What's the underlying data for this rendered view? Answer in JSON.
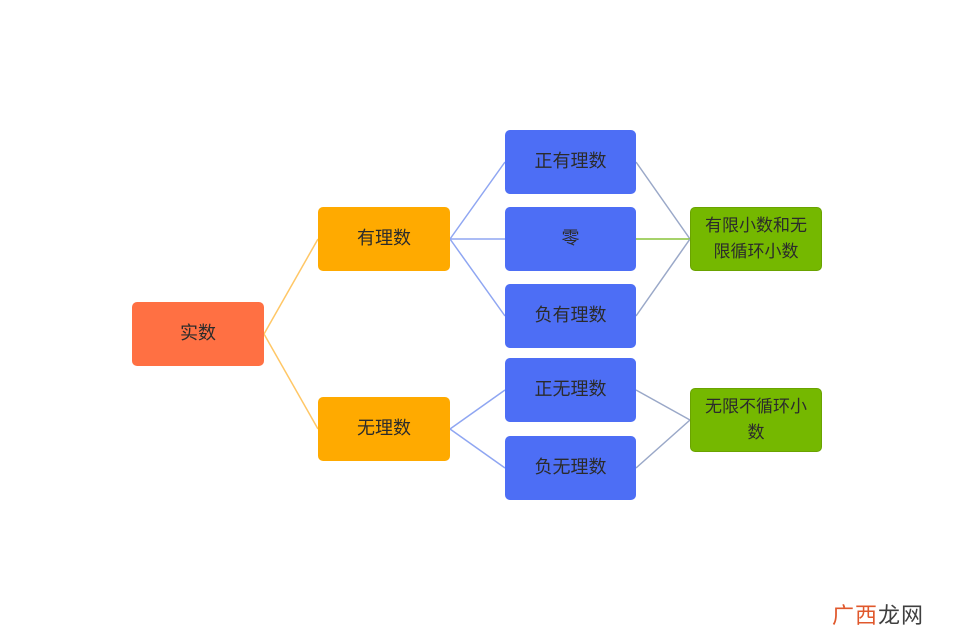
{
  "colors": {
    "root": "#ff7043",
    "level1": "#ffaa00",
    "level2": "#4d6ef5",
    "level3": "#75b800",
    "edge_level1": "#ffc766",
    "edge_level2": "#8fa6f2",
    "edge_level3_gray": "#9aa8c8",
    "edge_level3_green": "#88c43a"
  },
  "nodes": {
    "real_number": "实数",
    "rational": "有理数",
    "irrational": "无理数",
    "positive_rational": "正有理数",
    "zero": "零",
    "negative_rational": "负有理数",
    "positive_irrational": "正无理数",
    "negative_irrational": "负无理数",
    "finite_repeating_decimal": "有限小数和无限循环小数",
    "nonrepeating_decimal": "无限不循环小数"
  },
  "watermark": {
    "part1": "广西",
    "part2": "龙网"
  }
}
